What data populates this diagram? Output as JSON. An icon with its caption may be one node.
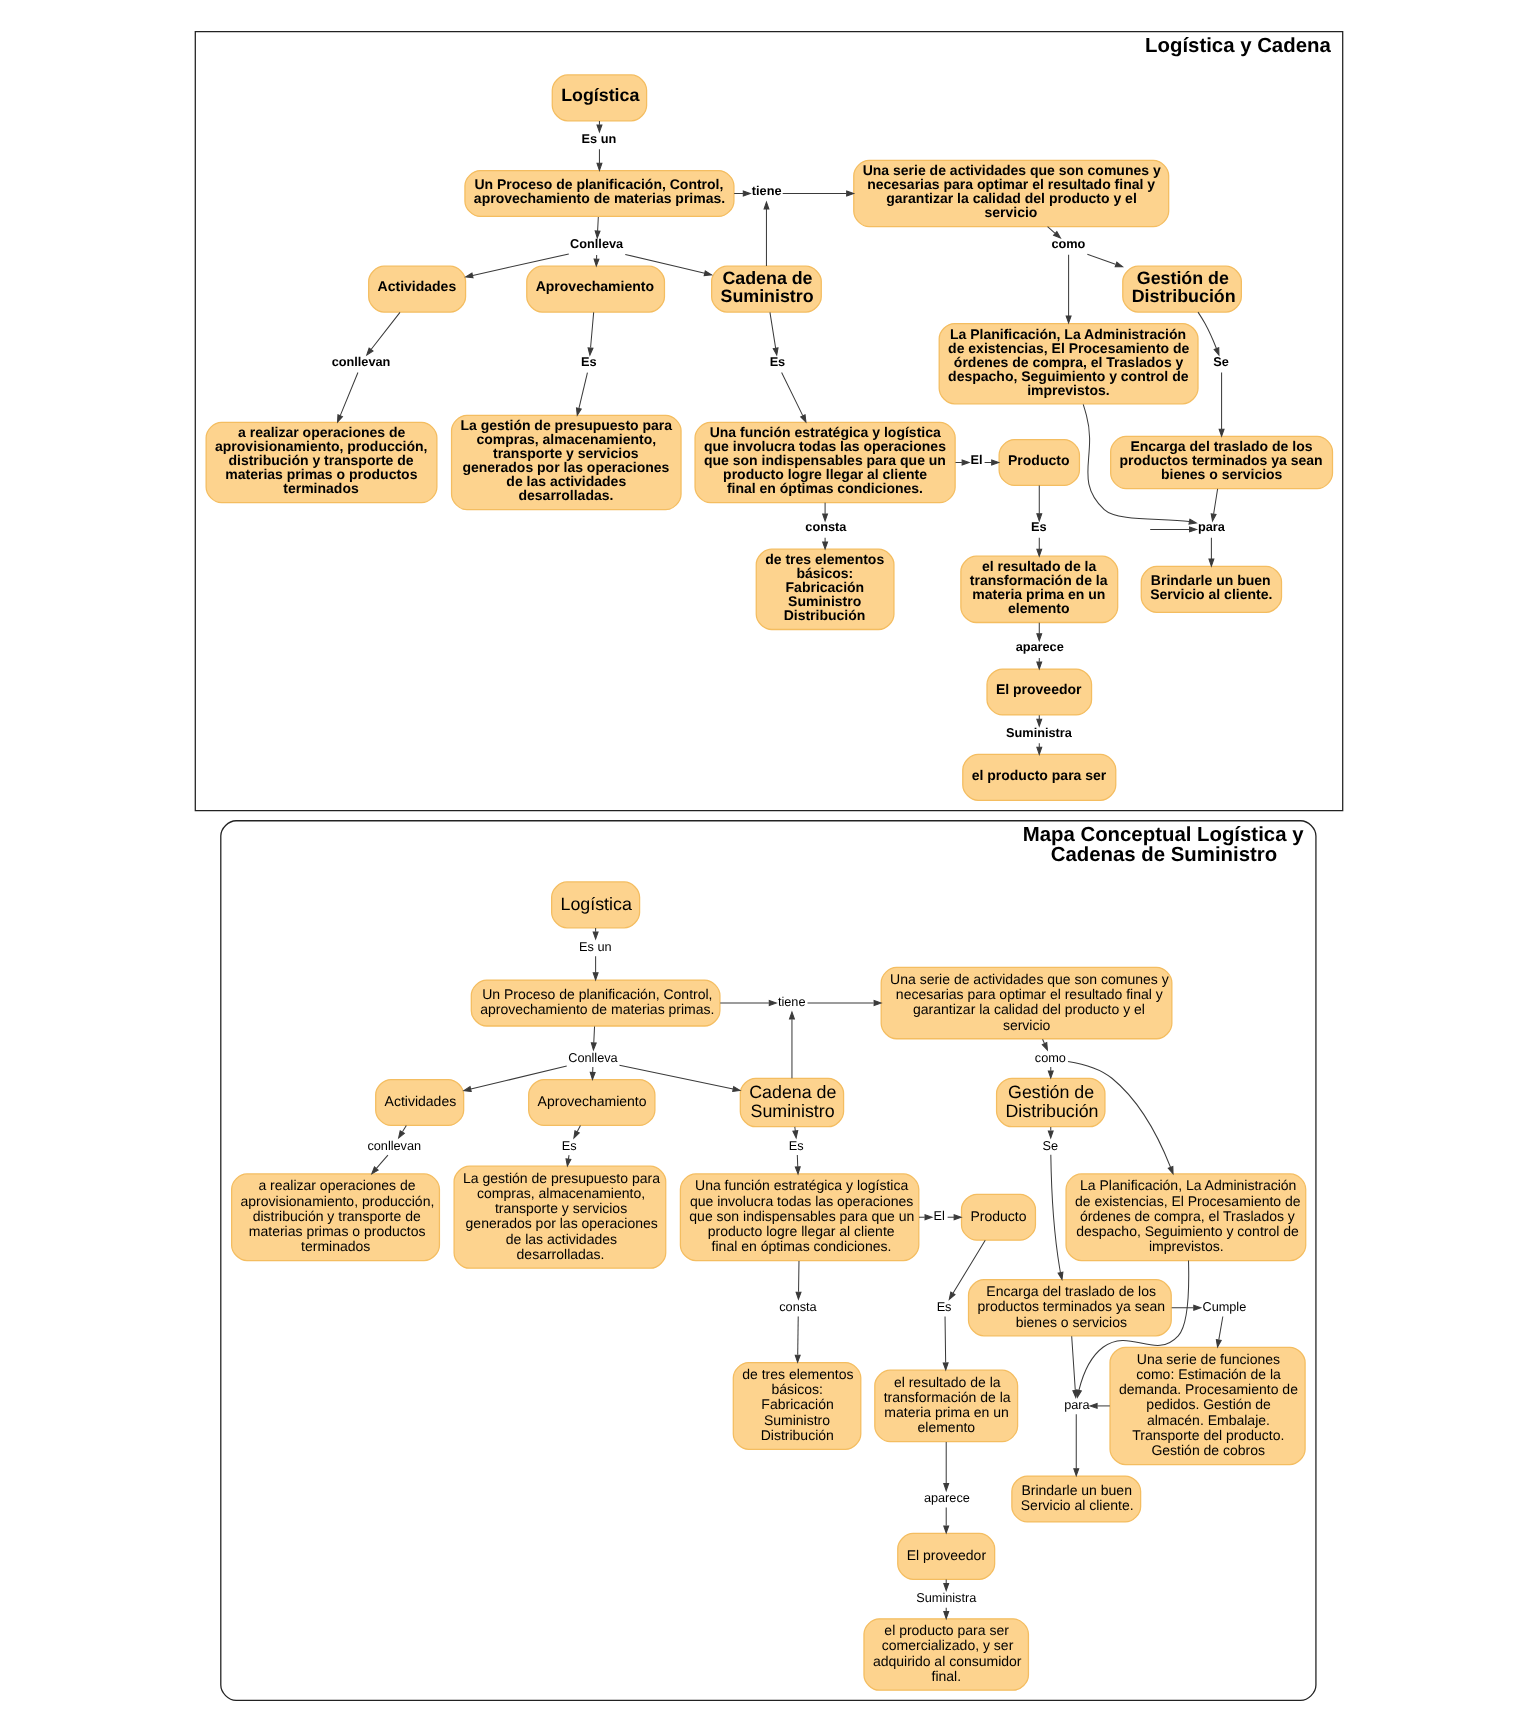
{
  "diagram": {
    "nodes": [
      {
        "text": [
          "Logística y Cadena"
        ]
      },
      {
        "text": [
          "Logística"
        ],
        "in": 0
      },
      {
        "text": [
          "Es un"
        ],
        "in": 0
      },
      {
        "text": [
          "Un Proceso de planificación, Control, aprovechamiento de materias primas."
        ],
        "in": 0
      },
      {
        "text": [
          "tiene"
        ],
        "in": 0
      },
      {
        "text": [
          "Una serie de actividades que son comunes y necesarias para optimar el resultado final y garantizar la calidad del producto y el servicio"
        ],
        "in": 0
      },
      {
        "text": [
          "Gestión de Distribución"
        ],
        "in": 0
      },
      {
        "text": [
          "Conlleva"
        ],
        "in": 0
      },
      {
        "text": [
          "Cadena de Suministro"
        ],
        "in": 0
      },
      {
        "text": [
          "como"
        ],
        "in": 0
      },
      {
        "text": [
          "Se"
        ],
        "in": 0
      },
      {
        "text": [
          "Actividades"
        ],
        "in": 0
      },
      {
        "text": [
          "Aprovechamiento"
        ],
        "in": 0
      },
      {
        "text": [
          "Es"
        ],
        "in": 0
      },
      {
        "text": [
          "conllevan"
        ],
        "in": 0
      },
      {
        "text": [
          "Es"
        ],
        "in": 0
      },
      {
        "text": [
          "La Planificación, La Administración de existencias, El Procesamiento de órdenes de compra, el Traslados y despacho, Seguimiento y control de imprevistos."
        ],
        "in": 0
      },
      {
        "text": [
          "Encarga del traslado de los productos terminados ya sean bienes o servicios"
        ],
        "in": 0
      },
      {
        "text": [
          "a realizar operaciones de aprovisionamiento, producción, distribución y transporte de materias primas o productos terminados"
        ],
        "in": 0
      },
      {
        "text": [
          "La gestión de presupuesto para compras, almacenamiento, transporte y servicios generados por las operaciones de las actividades desarrolladas."
        ],
        "in": 0
      },
      {
        "text": [
          "Una función estratégica y logística que involucra todas las operaciones que son indispensables para que un producto logre llegar al cliente final en óptimas condiciones."
        ],
        "in": 0
      },
      {
        "text": [
          "El"
        ],
        "in": 0
      },
      {
        "text": [
          "Producto"
        ],
        "in": 0
      },
      {
        "text": [
          "Es"
        ],
        "in": 0
      },
      {
        "text": [
          "el resultado de la transformación de la materia prima en un elemento"
        ],
        "in": 0
      },
      {
        "text": [
          "para"
        ],
        "in": 0
      },
      {
        "text": [
          "consta"
        ],
        "in": 0
      },
      {
        "text": [
          "Brindarle un buen Servicio al cliente."
        ],
        "in": 0
      },
      {
        "text": [
          "de tres elementos básicos: Fabricación Suministro Distribución"
        ],
        "in": 0
      },
      {
        "text": [
          "aparece"
        ],
        "in": 0
      },
      {
        "text": [
          "El proveedor"
        ],
        "in": 0
      },
      {
        "text": [
          "Suministra"
        ],
        "in": 0
      },
      {
        "text": [
          "el producto para ser"
        ],
        "in": 0
      },
      {
        "text": [
          "Mapa Conceptual Logística y Cadenas de Suministro"
        ]
      },
      {
        "text": [
          "Logística"
        ],
        "in": 33
      },
      {
        "text": [
          "Es un"
        ],
        "in": 33
      },
      {
        "text": [
          "Un Proceso de planificación, Control, aprovechamiento de materias primas."
        ],
        "in": 33
      },
      {
        "text": [
          "tiene"
        ],
        "in": 33
      },
      {
        "text": [
          "Una serie de actividades que son comunes y necesarias para optimar el resultado final y garantizar la calidad del producto y el servicio"
        ],
        "in": 33
      },
      {
        "text": [
          "Gestión de Distribución"
        ],
        "in": 33
      },
      {
        "text": [
          "Conlleva"
        ],
        "in": 33
      },
      {
        "text": [
          "Cadena de Suministro"
        ],
        "in": 33
      },
      {
        "text": [
          "como"
        ],
        "in": 33
      },
      {
        "text": [
          "Se"
        ],
        "in": 33
      },
      {
        "text": [
          "Actividades"
        ],
        "in": 33
      },
      {
        "text": [
          "Aprovechamiento"
        ],
        "in": 33
      },
      {
        "text": [
          "Es"
        ],
        "in": 33
      },
      {
        "text": [
          "conllevan"
        ],
        "in": 33
      },
      {
        "text": [
          "Es"
        ],
        "in": 33
      },
      {
        "text": [
          "Cumple"
        ],
        "in": 33
      },
      {
        "text": [
          "La Planificación, La Administración de existencias, El Procesamiento de órdenes de compra, el Traslados y despacho, Seguimiento y control de imprevistos."
        ],
        "in": 33
      },
      {
        "text": [
          "Encarga del traslado de los productos terminados ya sean bienes o servicios"
        ],
        "in": 33
      },
      {
        "text": [
          "a realizar operaciones de aprovisionamiento, producción, distribución y transporte de materias primas o productos terminados"
        ],
        "in": 33
      },
      {
        "text": [
          "La gestión de presupuesto para compras, almacenamiento, transporte y servicios generados por las operaciones de las actividades desarrolladas."
        ],
        "in": 33
      },
      {
        "text": [
          "Una función estratégica y logística que involucra todas las operaciones que son indispensables para que un producto logre llegar al cliente final en óptimas condiciones."
        ],
        "in": 33
      },
      {
        "text": [
          "El"
        ],
        "in": 33
      },
      {
        "text": [
          "Producto"
        ],
        "in": 33
      },
      {
        "text": [
          "Una serie de funciones como: Estimación de la demanda. Procesamiento de pedidos. Gestión de almacén. Embalaje. Transporte del producto. Gestión de cobros"
        ],
        "in": 33
      },
      {
        "text": [
          "Es"
        ],
        "in": 33
      },
      {
        "text": [
          "el resultado de la transformación de la materia prima en un elemento"
        ],
        "in": 33
      },
      {
        "text": [
          "para"
        ],
        "in": 33
      },
      {
        "text": [
          "consta"
        ],
        "in": 33
      },
      {
        "text": [
          "aparece"
        ],
        "in": 33
      },
      {
        "text": [
          "de tres elementos básicos: Fabricación Suministro Distribución"
        ],
        "in": 33
      },
      {
        "text": [
          "Brindarle un buen Servicio al cliente."
        ],
        "in": 33
      },
      {
        "text": [
          "El proveedor"
        ],
        "in": 33
      },
      {
        "text": [
          "Suministra"
        ],
        "in": 33
      },
      {
        "text": [
          "el producto para ser comercializado, y ser adquirido al consumidor final."
        ],
        "in": 33
      }
    ],
    "edges": [
      {
        "from": 1,
        "to": 2,
        "arrow": "to"
      },
      {
        "from": 2,
        "to": 3,
        "arrow": "to"
      },
      {
        "from": 3,
        "to": 4,
        "arrow": "to"
      },
      {
        "from": 8,
        "to": 4,
        "arrow": "to"
      },
      {
        "from": 4,
        "to": 5,
        "arrow": "to"
      },
      {
        "from": 3,
        "to": 7,
        "arrow": "to"
      },
      {
        "from": 7,
        "to": 11,
        "arrow": "to"
      },
      {
        "from": 7,
        "to": 12,
        "arrow": "to"
      },
      {
        "from": 7,
        "to": 8,
        "arrow": "to"
      },
      {
        "from": 11,
        "to": 14,
        "arrow": "to"
      },
      {
        "from": 14,
        "to": 18,
        "arrow": "to"
      },
      {
        "from": 12,
        "to": 15,
        "arrow": "to"
      },
      {
        "from": 15,
        "to": 19,
        "arrow": "to"
      },
      {
        "from": 8,
        "to": 13,
        "arrow": "to"
      },
      {
        "from": 13,
        "to": 20,
        "arrow": "to"
      },
      {
        "from": 20,
        "to": 21,
        "arrow": "to"
      },
      {
        "from": 21,
        "to": 22,
        "arrow": "to"
      },
      {
        "from": 22,
        "to": 23,
        "arrow": "to"
      },
      {
        "from": 23,
        "to": 24,
        "arrow": "to"
      },
      {
        "from": 24,
        "to": 29,
        "arrow": "to"
      },
      {
        "from": 29,
        "to": 30,
        "arrow": "to"
      },
      {
        "from": 30,
        "to": 31,
        "arrow": "to"
      },
      {
        "from": 31,
        "to": 32,
        "arrow": "to"
      },
      {
        "from": 20,
        "to": 26,
        "arrow": "to"
      },
      {
        "from": 26,
        "to": 28,
        "arrow": "to"
      },
      {
        "from": 5,
        "to": 9,
        "arrow": "to"
      },
      {
        "from": 9,
        "to": 6,
        "arrow": "to"
      },
      {
        "from": 9,
        "to": 16,
        "arrow": "to"
      },
      {
        "from": 6,
        "to": 10,
        "arrow": "to"
      },
      {
        "from": 10,
        "to": 17,
        "arrow": "to"
      },
      {
        "from": 16,
        "to": 25,
        "arrow": "to"
      },
      {
        "from": 17,
        "to": 25,
        "arrow": "to"
      },
      {
        "from": null,
        "to": 25,
        "arrow": "to"
      },
      {
        "from": 25,
        "to": 27,
        "arrow": "to"
      },
      {
        "from": 34,
        "to": 35,
        "arrow": "to"
      },
      {
        "from": 35,
        "to": 36,
        "arrow": "to"
      },
      {
        "from": 36,
        "to": 37,
        "arrow": "to"
      },
      {
        "from": 41,
        "to": 37,
        "arrow": "to"
      },
      {
        "from": 37,
        "to": 38,
        "arrow": "to"
      },
      {
        "from": 36,
        "to": 40,
        "arrow": "to"
      },
      {
        "from": 40,
        "to": 44,
        "arrow": "to"
      },
      {
        "from": 40,
        "to": 45,
        "arrow": "to"
      },
      {
        "from": 40,
        "to": 41,
        "arrow": "to"
      },
      {
        "from": 44,
        "to": 47,
        "arrow": "to"
      },
      {
        "from": 47,
        "to": 52,
        "arrow": "to"
      },
      {
        "from": 45,
        "to": 48,
        "arrow": "to"
      },
      {
        "from": 48,
        "to": 53,
        "arrow": "to"
      },
      {
        "from": 41,
        "to": 46,
        "arrow": "to"
      },
      {
        "from": 46,
        "to": 54,
        "arrow": "to"
      },
      {
        "from": 54,
        "to": 55,
        "arrow": "to"
      },
      {
        "from": 55,
        "to": 56,
        "arrow": "to"
      },
      {
        "from": 56,
        "to": 58,
        "arrow": "to"
      },
      {
        "from": 58,
        "to": 59,
        "arrow": "to"
      },
      {
        "from": 59,
        "to": 62,
        "arrow": "to"
      },
      {
        "from": 62,
        "to": 65,
        "arrow": "to"
      },
      {
        "from": 65,
        "to": 66,
        "arrow": "to"
      },
      {
        "from": 66,
        "to": 67,
        "arrow": "to"
      },
      {
        "from": 54,
        "to": 61,
        "arrow": "to"
      },
      {
        "from": 61,
        "to": 63,
        "arrow": "to"
      },
      {
        "from": 38,
        "to": 42,
        "arrow": "to"
      },
      {
        "from": 42,
        "to": 39,
        "arrow": "to"
      },
      {
        "from": 42,
        "to": 50,
        "arrow": "to"
      },
      {
        "from": 39,
        "to": 43,
        "arrow": "to"
      },
      {
        "from": 43,
        "to": 51,
        "arrow": "to"
      },
      {
        "from": 51,
        "to": 49,
        "arrow": "to"
      },
      {
        "from": 49,
        "to": 57,
        "arrow": "to"
      },
      {
        "from": 50,
        "to": 60,
        "arrow": "to"
      },
      {
        "from": 51,
        "to": 60,
        "arrow": "to"
      },
      {
        "from": 57,
        "to": 60,
        "arrow": "to"
      },
      {
        "from": 60,
        "to": 64,
        "arrow": "to"
      }
    ]
  }
}
